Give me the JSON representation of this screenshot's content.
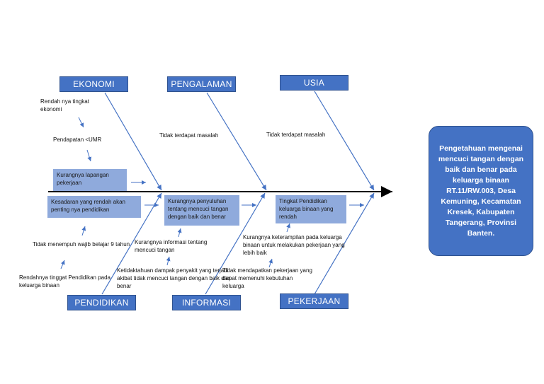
{
  "categories": {
    "ekonomi": "EKONOMI",
    "pengalaman": "PENGALAMAN",
    "usia": "USIA",
    "pendidikan": "PENDIDIKAN",
    "informasi": "INFORMASI",
    "pekerjaan": "PEKERJAAN"
  },
  "causes": {
    "ekonomi_1": "Rendah nya tingkat ekonomi",
    "ekonomi_2": "Pendapatan <UMR",
    "ekonomi_3": "Kurangnya lapangan pekerjaan",
    "pengalaman_1": "Tidak terdapat masalah",
    "usia_1": "Tidak terdapat masalah",
    "pendidikan_1": "Kesadaran yang rendah akan penting nya pendidikan",
    "pendidikan_2": "Tidak menempuh wajib belajar 9 tahun",
    "pendidikan_3": "Rendahnya tinggat Pendidikan pada keluarga binaan",
    "informasi_1": "Kurangnya penyuluhan tentang mencuci tangan dengan baik dan benar",
    "informasi_2": "Kurangnya informasi tentang mencuci tangan",
    "informasi_3": "Ketidaktahuan dampak penyakit yang terjadi akibat tidak mencuci tangan dengan baik dan benar",
    "pekerjaan_1": "Tingkat Pendidikan keluarga binaan yang rendah",
    "pekerjaan_2": "Kurangnya keterampilan pada keluarga binaan untuk melakukan pekerjaan yang lebih baik",
    "pekerjaan_3": "Tidak mendapatkan pekerjaan yang dapat memenuhi kebutuhan keluarga"
  },
  "effect": "Pengetahuan mengenai mencuci tangan dengan baik dan benar pada keluarga binaan RT.11/RW.003, Desa Kemuning, Kecamatan Kresek, Kabupaten Tangerang, Provinsi Banten.",
  "colors": {
    "box_fill": "#4472c4",
    "cause_fill": "#8faadc",
    "line": "#4472c4",
    "spine": "#000000"
  }
}
